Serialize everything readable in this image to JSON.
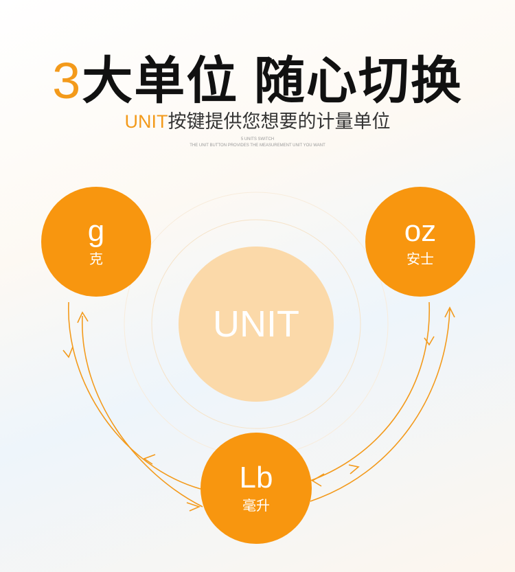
{
  "title": {
    "number": "3",
    "text": "大单位 随心切换"
  },
  "subtitle": {
    "highlight": "UNIT",
    "text": "按键提供您想要的计量单位"
  },
  "english": {
    "line1": "5 UNITS SWITCH",
    "line2": "THE UNIT BUTTON PROVIDES THE MEASUREMENT UNIT YOU WANT"
  },
  "center": "UNIT",
  "units": [
    {
      "symbol": "g",
      "name": "克"
    },
    {
      "symbol": "oz",
      "name": "安士"
    },
    {
      "symbol": "Lb",
      "name": "毫升"
    }
  ],
  "colors": {
    "accent": "#f8960f",
    "center": "#fbd9a9"
  }
}
